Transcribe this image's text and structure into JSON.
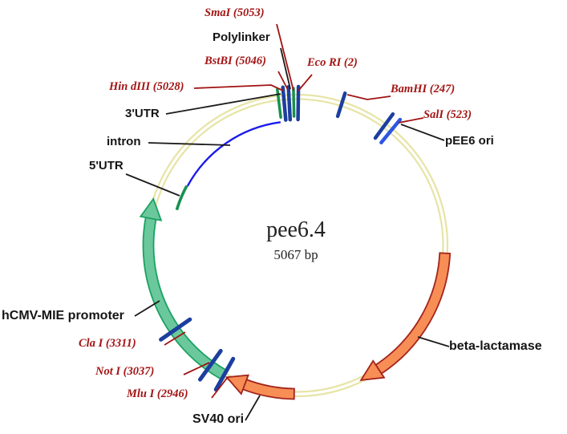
{
  "diagram": {
    "title": "pee6.4",
    "size_label": "5067 bp",
    "total_bp": 5067,
    "colors": {
      "backbone": "#E7E4A6",
      "promoter_fill": "#6BC89C",
      "promoter_outline": "#1AA261",
      "orange_fill": "#F78E55",
      "orange_outline": "#A3241C",
      "intron_blue": "#1A1AEF",
      "utr_green": "#17904F",
      "tick_navy": "#1C3F9E",
      "tick_blue": "#2C55E2",
      "site_text_red": "#A31515",
      "leader_red": "#A11212",
      "leader_black": "#1A1A1A"
    },
    "sites": [
      {
        "id": "smai",
        "label": "SmaI (5053)",
        "bp": 5053
      },
      {
        "id": "bstbi",
        "label": "BstBI (5046)",
        "bp": 5046
      },
      {
        "id": "ecori",
        "label": "Eco RI (2)",
        "bp": 2
      },
      {
        "id": "hindiii",
        "label": "Hin dIII (5028)",
        "bp": 5028
      },
      {
        "id": "bamhi",
        "label": "BamHI (247)",
        "bp": 247
      },
      {
        "id": "sali",
        "label": "SalI (523)",
        "bp": 523
      },
      {
        "id": "clai",
        "label": "Cla I (3311)",
        "bp": 3311
      },
      {
        "id": "noti",
        "label": "Not I (3037)",
        "bp": 3037
      },
      {
        "id": "mlui",
        "label": "Mlu I (2946)",
        "bp": 2946
      }
    ],
    "features": [
      {
        "id": "polylinker",
        "label": "Polylinker"
      },
      {
        "id": "utr3",
        "label": "3'UTR"
      },
      {
        "id": "intron",
        "label": "intron"
      },
      {
        "id": "utr5",
        "label": "5'UTR"
      },
      {
        "id": "hcmv",
        "label": "hCMV-MIE promoter"
      },
      {
        "id": "pee6ori",
        "label": "pEE6 ori"
      },
      {
        "id": "beta",
        "label": "beta-lactamase"
      },
      {
        "id": "sv40",
        "label": "SV40 ori"
      }
    ]
  }
}
